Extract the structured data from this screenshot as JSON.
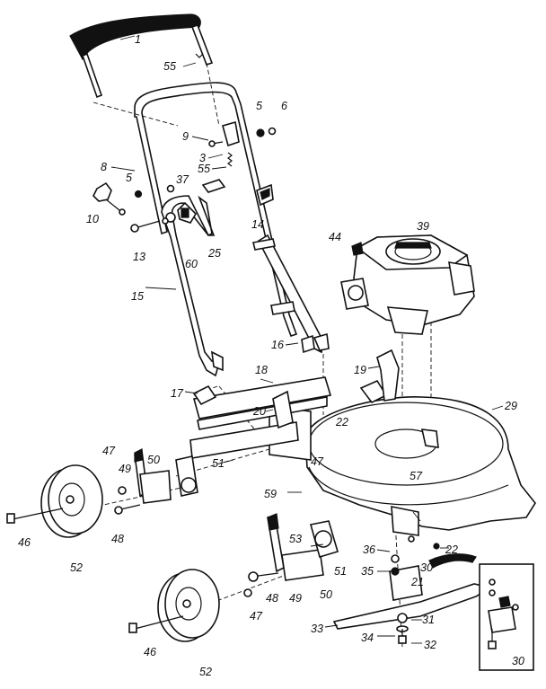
{
  "callouts": {
    "c1": "1",
    "c55a": "55",
    "c5a": "5",
    "c6": "6",
    "c9": "9",
    "c3": "3",
    "c55b": "55",
    "c8": "8",
    "c5b": "5",
    "c37": "37",
    "c10": "10",
    "c14": "14",
    "c13": "13",
    "c60": "60",
    "c25": "25",
    "c44": "44",
    "c39": "39",
    "c15": "15",
    "c16": "16",
    "c18": "18",
    "c19": "19",
    "c17": "17",
    "c29": "29",
    "c20": "20",
    "c22a": "22",
    "c47a": "47",
    "c51a": "51",
    "c57": "57",
    "c47b": "47",
    "c49a": "49",
    "c50a": "50",
    "c59": "59",
    "c46a": "46",
    "c48a": "48",
    "c52a": "52",
    "c53": "53",
    "c36": "36",
    "c22b": "22",
    "c35": "35",
    "c51b": "51",
    "c30a": "30",
    "c21": "21",
    "c47c": "47",
    "c48b": "48",
    "c49b": "49",
    "c50b": "50",
    "c33": "33",
    "c31": "31",
    "c34": "34",
    "c32": "32",
    "c46b": "46",
    "c52b": "52",
    "c30b": "30"
  },
  "labels_sign_note": "Several callouts are printed with a leading dash line: -31, -32, -22",
  "colors": {
    "ink": "#111111",
    "paper": "#ffffff"
  }
}
